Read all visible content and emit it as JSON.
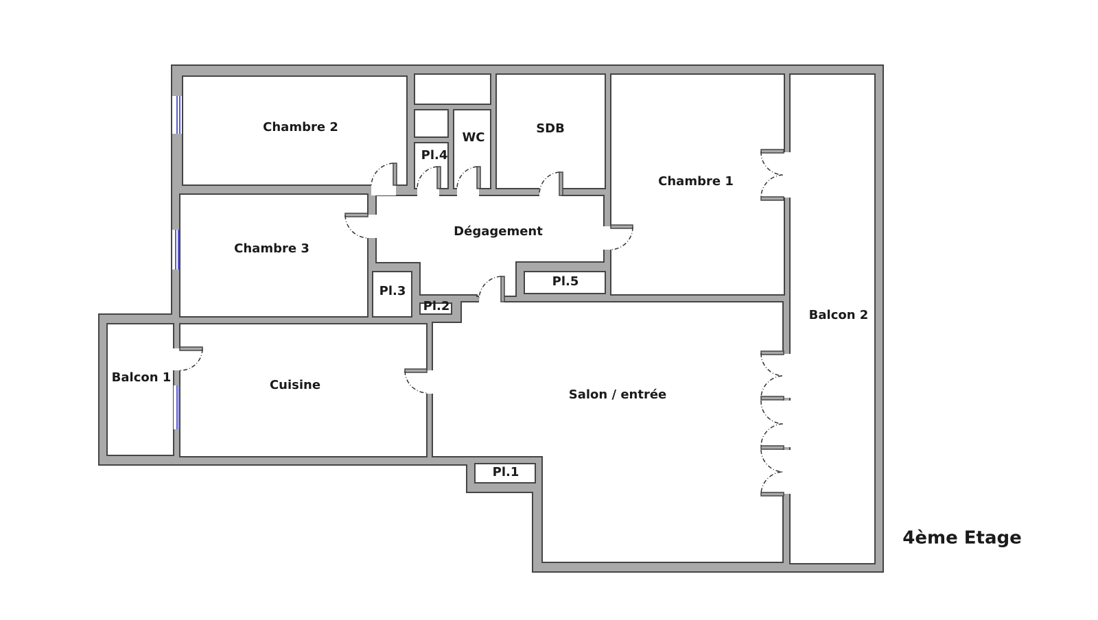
{
  "plan": {
    "floor_title": "4ème Etage",
    "rooms": {
      "chambre2": "Chambre 2",
      "chambre3": "Chambre 3",
      "chambre1": "Chambre 1",
      "wc": "WC",
      "sdb": "SDB",
      "pl4": "Pl.4",
      "degagement": "Dégagement",
      "pl3": "Pl.3",
      "pl2": "Pl.2",
      "pl5": "Pl.5",
      "balcon2": "Balcon 2",
      "balcon1": "Balcon 1",
      "cuisine": "Cuisine",
      "salon": "Salon / entrée",
      "pl1": "Pl.1"
    },
    "colors": {
      "wall": "#a9a9a9",
      "window": "#5a5ad0"
    }
  }
}
